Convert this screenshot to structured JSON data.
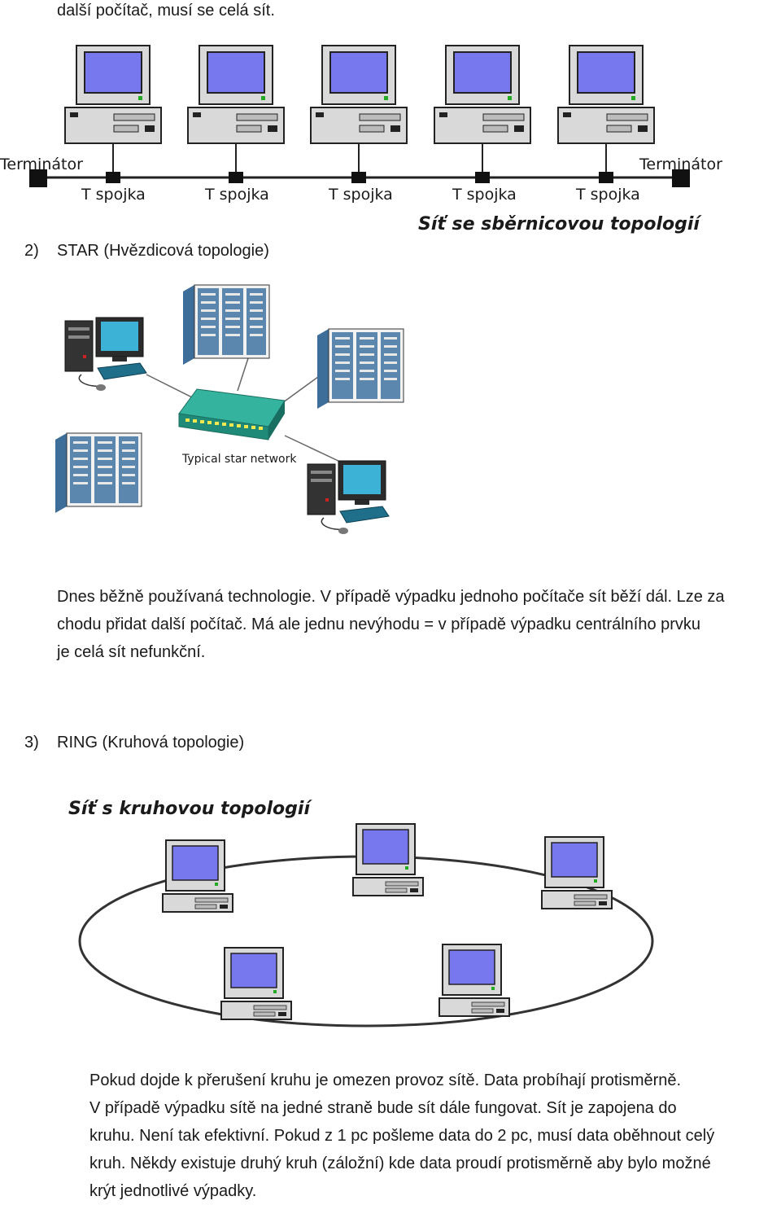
{
  "top_text": "další počítač, musí se celá sít.",
  "bus": {
    "terminator_left": "Terminátor",
    "terminator_right": "Terminátor",
    "connector_label": "T spojka",
    "caption": "Síť se sběrnicovou topologií"
  },
  "star": {
    "heading_num": "2)",
    "heading_text": "STAR (Hvězdicová topologie)",
    "caption": "Typical star network",
    "paragraph_lines": [
      "Dnes běžně používaná technologie. V případě výpadku jednoho počítače sít běží dál. Lze za",
      "chodu přidat další počítač. Má ale jednu nevýhodu = v případě výpadku centrálního prvku",
      "je celá sít nefunkční."
    ]
  },
  "ring": {
    "heading_num": "3)",
    "heading_text": "RING (Kruhová topologie)",
    "caption": "Síť s kruhovou topologií",
    "paragraph_lines": [
      "Pokud dojde k přerušení kruhu je omezen provoz sítě. Data probíhají protisměrně.",
      "V případě výpadku sítě na jedné straně bude sít dále fungovat.  Sít je zapojena do",
      "kruhu. Není tak efektivní. Pokud z 1 pc pošleme data do 2 pc, musí data oběhnout celý",
      "kruh.  Někdy existuje druhý kruh (záložní) kde data proudí protisměrně aby bylo možné",
      "krýt jednotlivé výpadky."
    ]
  },
  "colors": {
    "screen": "#7777ee",
    "computer_body": "#d9d9d9",
    "server": "#5b86ad",
    "switch": "#2a9d8f",
    "crt_screen": "#3cb3d6"
  }
}
